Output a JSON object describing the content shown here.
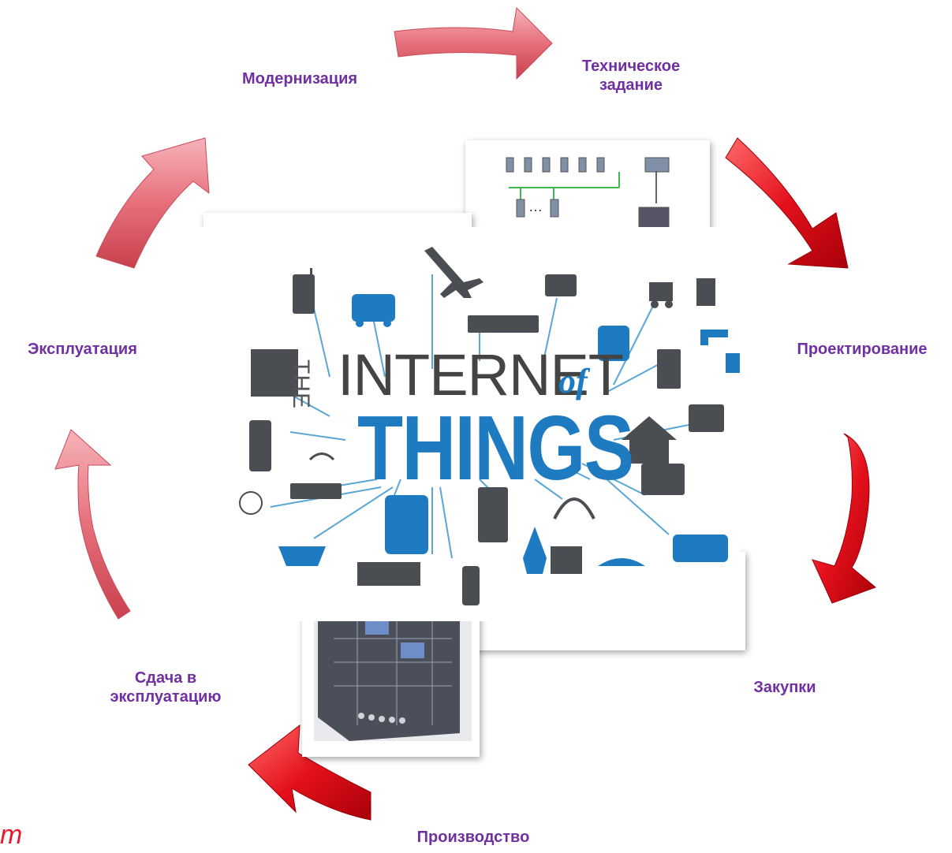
{
  "cycle": {
    "stages": [
      {
        "id": "modernization",
        "label": "Модернизация"
      },
      {
        "id": "spec",
        "label_line1": "Техническое",
        "label_line2": "задание"
      },
      {
        "id": "design",
        "label": "Проектирование"
      },
      {
        "id": "purchasing",
        "label": "Закупки"
      },
      {
        "id": "production",
        "label": "Производство"
      },
      {
        "id": "handover",
        "label_line1": "Сдача в",
        "label_line2": "эксплуатацию"
      },
      {
        "id": "operation",
        "label": "Эксплуатация"
      }
    ]
  },
  "center_image": {
    "word_the": "THE",
    "word_internet": "INTERNET",
    "word_of": "of",
    "word_things": "THINGS"
  },
  "corner_fragment": "m",
  "colors": {
    "label": "#7030a0",
    "arrow_pink": "#e86a78",
    "arrow_red": "#e8101c",
    "iot_blue": "#1f7bc1",
    "iot_gray": "#444444"
  }
}
